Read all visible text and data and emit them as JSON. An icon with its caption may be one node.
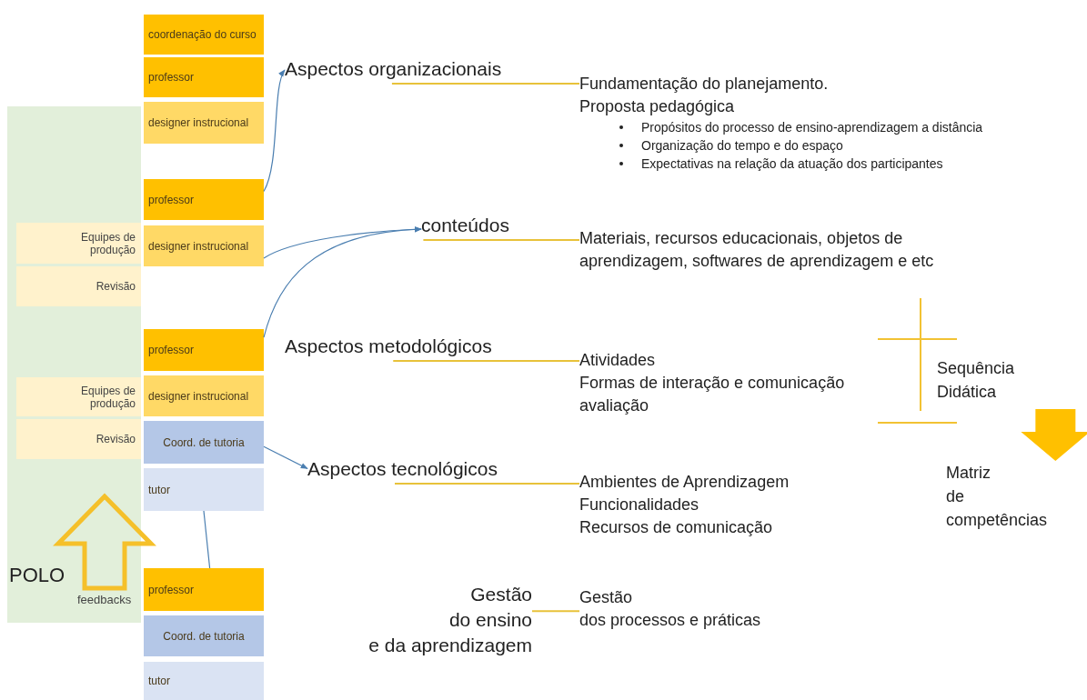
{
  "diagram": {
    "nodes": [
      {
        "text": [
          "POLO"
        ]
      },
      {
        "text": [
          "Equipes de produção"
        ],
        "in": 0
      },
      {
        "text": [
          "Revisão"
        ],
        "in": 0
      },
      {
        "text": [
          "Equipes de produção"
        ],
        "in": 0
      },
      {
        "text": [
          "Revisão"
        ],
        "in": 0
      },
      {
        "text": [
          "coordenação do curso"
        ]
      },
      {
        "text": [
          "professor"
        ]
      },
      {
        "text": [
          "designer instrucional"
        ]
      },
      {
        "text": [
          "professor"
        ]
      },
      {
        "text": [
          "designer instrucional"
        ]
      },
      {
        "text": [
          "professor"
        ]
      },
      {
        "text": [
          "designer instrucional"
        ]
      },
      {
        "text": [
          "Coord. de tutoria"
        ]
      },
      {
        "text": [
          "tutor"
        ]
      },
      {
        "text": [
          "professor"
        ]
      },
      {
        "text": [
          "Coord. de tutoria"
        ]
      },
      {
        "text": [
          "tutor"
        ]
      },
      {
        "text": [
          "Aspectos organizacionais"
        ]
      },
      {
        "text": [
          "conteúdos"
        ]
      },
      {
        "text": [
          "Aspectos metodológicos"
        ]
      },
      {
        "text": [
          "Aspectos tecnológicos"
        ]
      },
      {
        "text": [
          "Gestão",
          "do ensino",
          "e da aprendizagem"
        ]
      },
      {
        "text": [
          "Fundamentação do planejamento.",
          "Proposta pedagógica",
          "Propósitos do processo de ensino-aprendizagem a distância",
          "Organização do tempo e do espaço",
          "Expectativas na relação da atuação dos participantes"
        ]
      },
      {
        "text": [
          "Materiais, recursos educacionais, objetos de aprendizagem, softwares de aprendizagem e etc"
        ]
      },
      {
        "text": [
          "Atividades",
          "Formas de interação e comunicação",
          "avaliação"
        ]
      },
      {
        "text": [
          "Ambientes de Aprendizagem",
          "Funcionalidades",
          "Recursos de comunicação"
        ]
      },
      {
        "text": [
          "Gestão",
          "dos processos e práticas"
        ]
      },
      {
        "text": [
          "Sequência Didática"
        ]
      },
      {
        "text": [
          "Matriz de competências"
        ]
      }
    ],
    "edges": [
      {
        "from": 8,
        "to": 17,
        "arrow": "to",
        "color": "#4a7eb0"
      },
      {
        "from": 9,
        "to": 18,
        "arrow": "to",
        "color": "#4a7eb0"
      },
      {
        "from": 10,
        "to": 18,
        "arrow": "to",
        "color": "#4a7eb0"
      },
      {
        "from": 12,
        "to": 20,
        "arrow": "to",
        "color": "#4a7eb0"
      },
      {
        "from": 13,
        "to": 14,
        "arrow": "none",
        "color": "#4a7eb0"
      },
      {
        "from": 17,
        "to": 22,
        "arrow": "none",
        "color": "#e8c23a"
      },
      {
        "from": 18,
        "to": 23,
        "arrow": "none",
        "color": "#e8c23a"
      },
      {
        "from": 19,
        "to": 24,
        "arrow": "none",
        "color": "#e8c23a"
      },
      {
        "from": 20,
        "to": 25,
        "arrow": "none",
        "color": "#e8c23a"
      },
      {
        "from": 21,
        "to": 26,
        "arrow": "none",
        "color": "#e8c23a"
      },
      {
        "from": 27,
        "to": 28,
        "arrow": "to",
        "style": "thick",
        "color": "#ffc000"
      }
    ],
    "labels": [
      "feedbacks"
    ]
  }
}
